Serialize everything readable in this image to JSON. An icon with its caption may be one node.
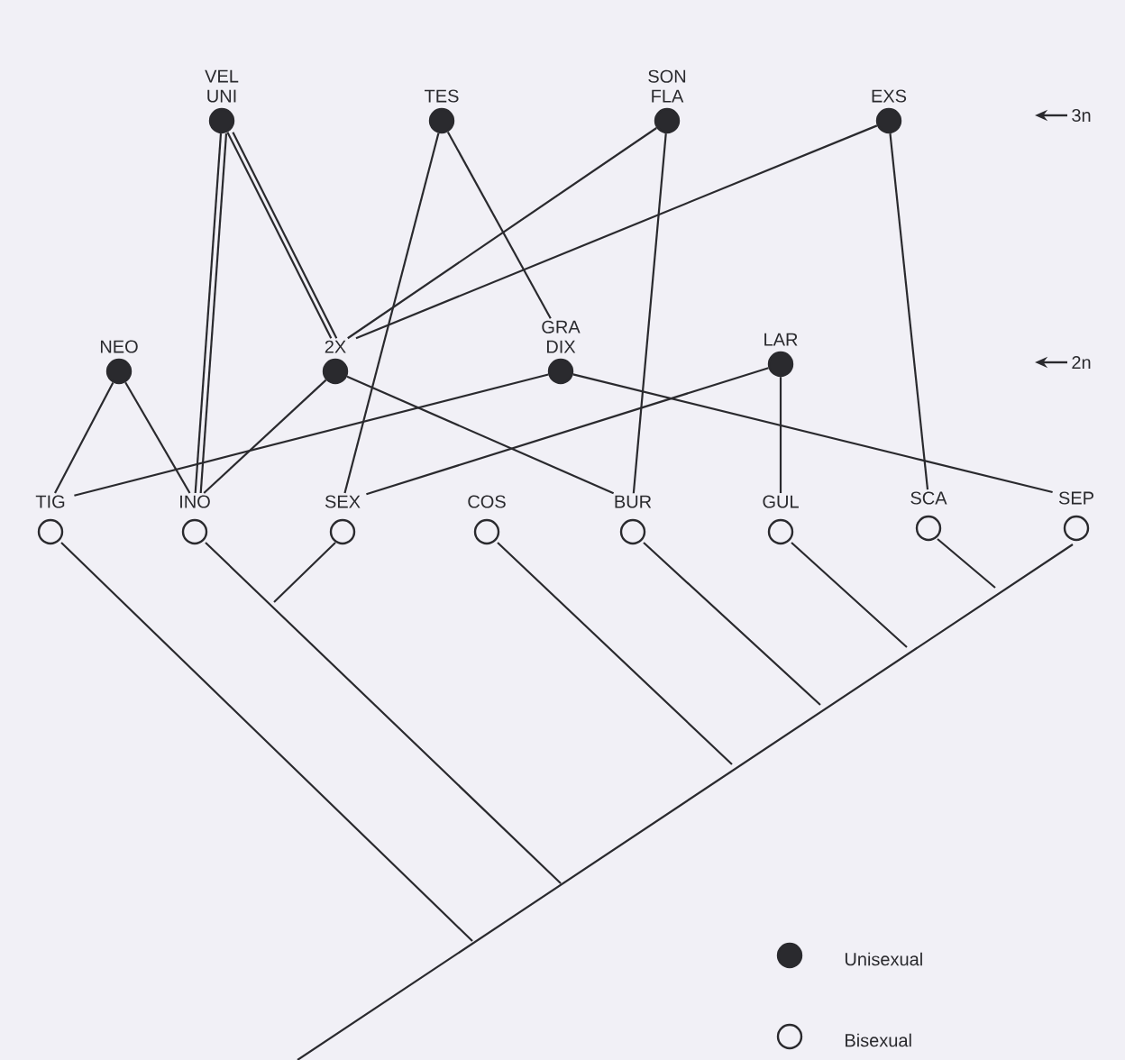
{
  "diagram": {
    "nodes": [
      {
        "text": [
          "VEL UNI"
        ]
      },
      {
        "text": [
          "TES"
        ]
      },
      {
        "text": [
          "SON FLA"
        ]
      },
      {
        "text": [
          "EXS"
        ]
      },
      {
        "text": [
          "NEO"
        ]
      },
      {
        "text": [
          "2X"
        ]
      },
      {
        "text": [
          "GRA DIX"
        ]
      },
      {
        "text": [
          "LAR"
        ]
      },
      {
        "text": [
          "TIG"
        ]
      },
      {
        "text": [
          "INO"
        ]
      },
      {
        "text": [
          "SEX"
        ]
      },
      {
        "text": [
          "COS"
        ]
      },
      {
        "text": [
          "BUR"
        ]
      },
      {
        "text": [
          "GUL"
        ]
      },
      {
        "text": [
          "SCA"
        ]
      },
      {
        "text": [
          "SEP"
        ]
      }
    ],
    "edges": [
      {
        "from": 0,
        "to": 9,
        "arrow": "none"
      },
      {
        "from": 0,
        "to": 9,
        "arrow": "none"
      },
      {
        "from": 0,
        "to": 5,
        "arrow": "none"
      },
      {
        "from": 0,
        "to": 5,
        "arrow": "none"
      },
      {
        "from": 1,
        "to": 10,
        "arrow": "none"
      },
      {
        "from": 1,
        "to": 6,
        "arrow": "none"
      },
      {
        "from": 2,
        "to": 5,
        "arrow": "none"
      },
      {
        "from": 2,
        "to": 12,
        "arrow": "none"
      },
      {
        "from": 3,
        "to": 5,
        "arrow": "none"
      },
      {
        "from": 3,
        "to": 14,
        "arrow": "none"
      },
      {
        "from": 4,
        "to": 8,
        "arrow": "none"
      },
      {
        "from": 4,
        "to": 9,
        "arrow": "none"
      },
      {
        "from": 5,
        "to": 9,
        "arrow": "none"
      },
      {
        "from": 5,
        "to": 12,
        "arrow": "none"
      },
      {
        "from": 6,
        "to": 8,
        "arrow": "none"
      },
      {
        "from": 6,
        "to": 15,
        "arrow": "none"
      },
      {
        "from": 7,
        "to": 10,
        "arrow": "none"
      },
      {
        "from": 7,
        "to": 13,
        "arrow": "none"
      }
    ],
    "labels": [
      "3n",
      "2n"
    ],
    "legend": [
      {
        "text": "Unisexual"
      },
      {
        "text": "Bisexual"
      }
    ]
  }
}
